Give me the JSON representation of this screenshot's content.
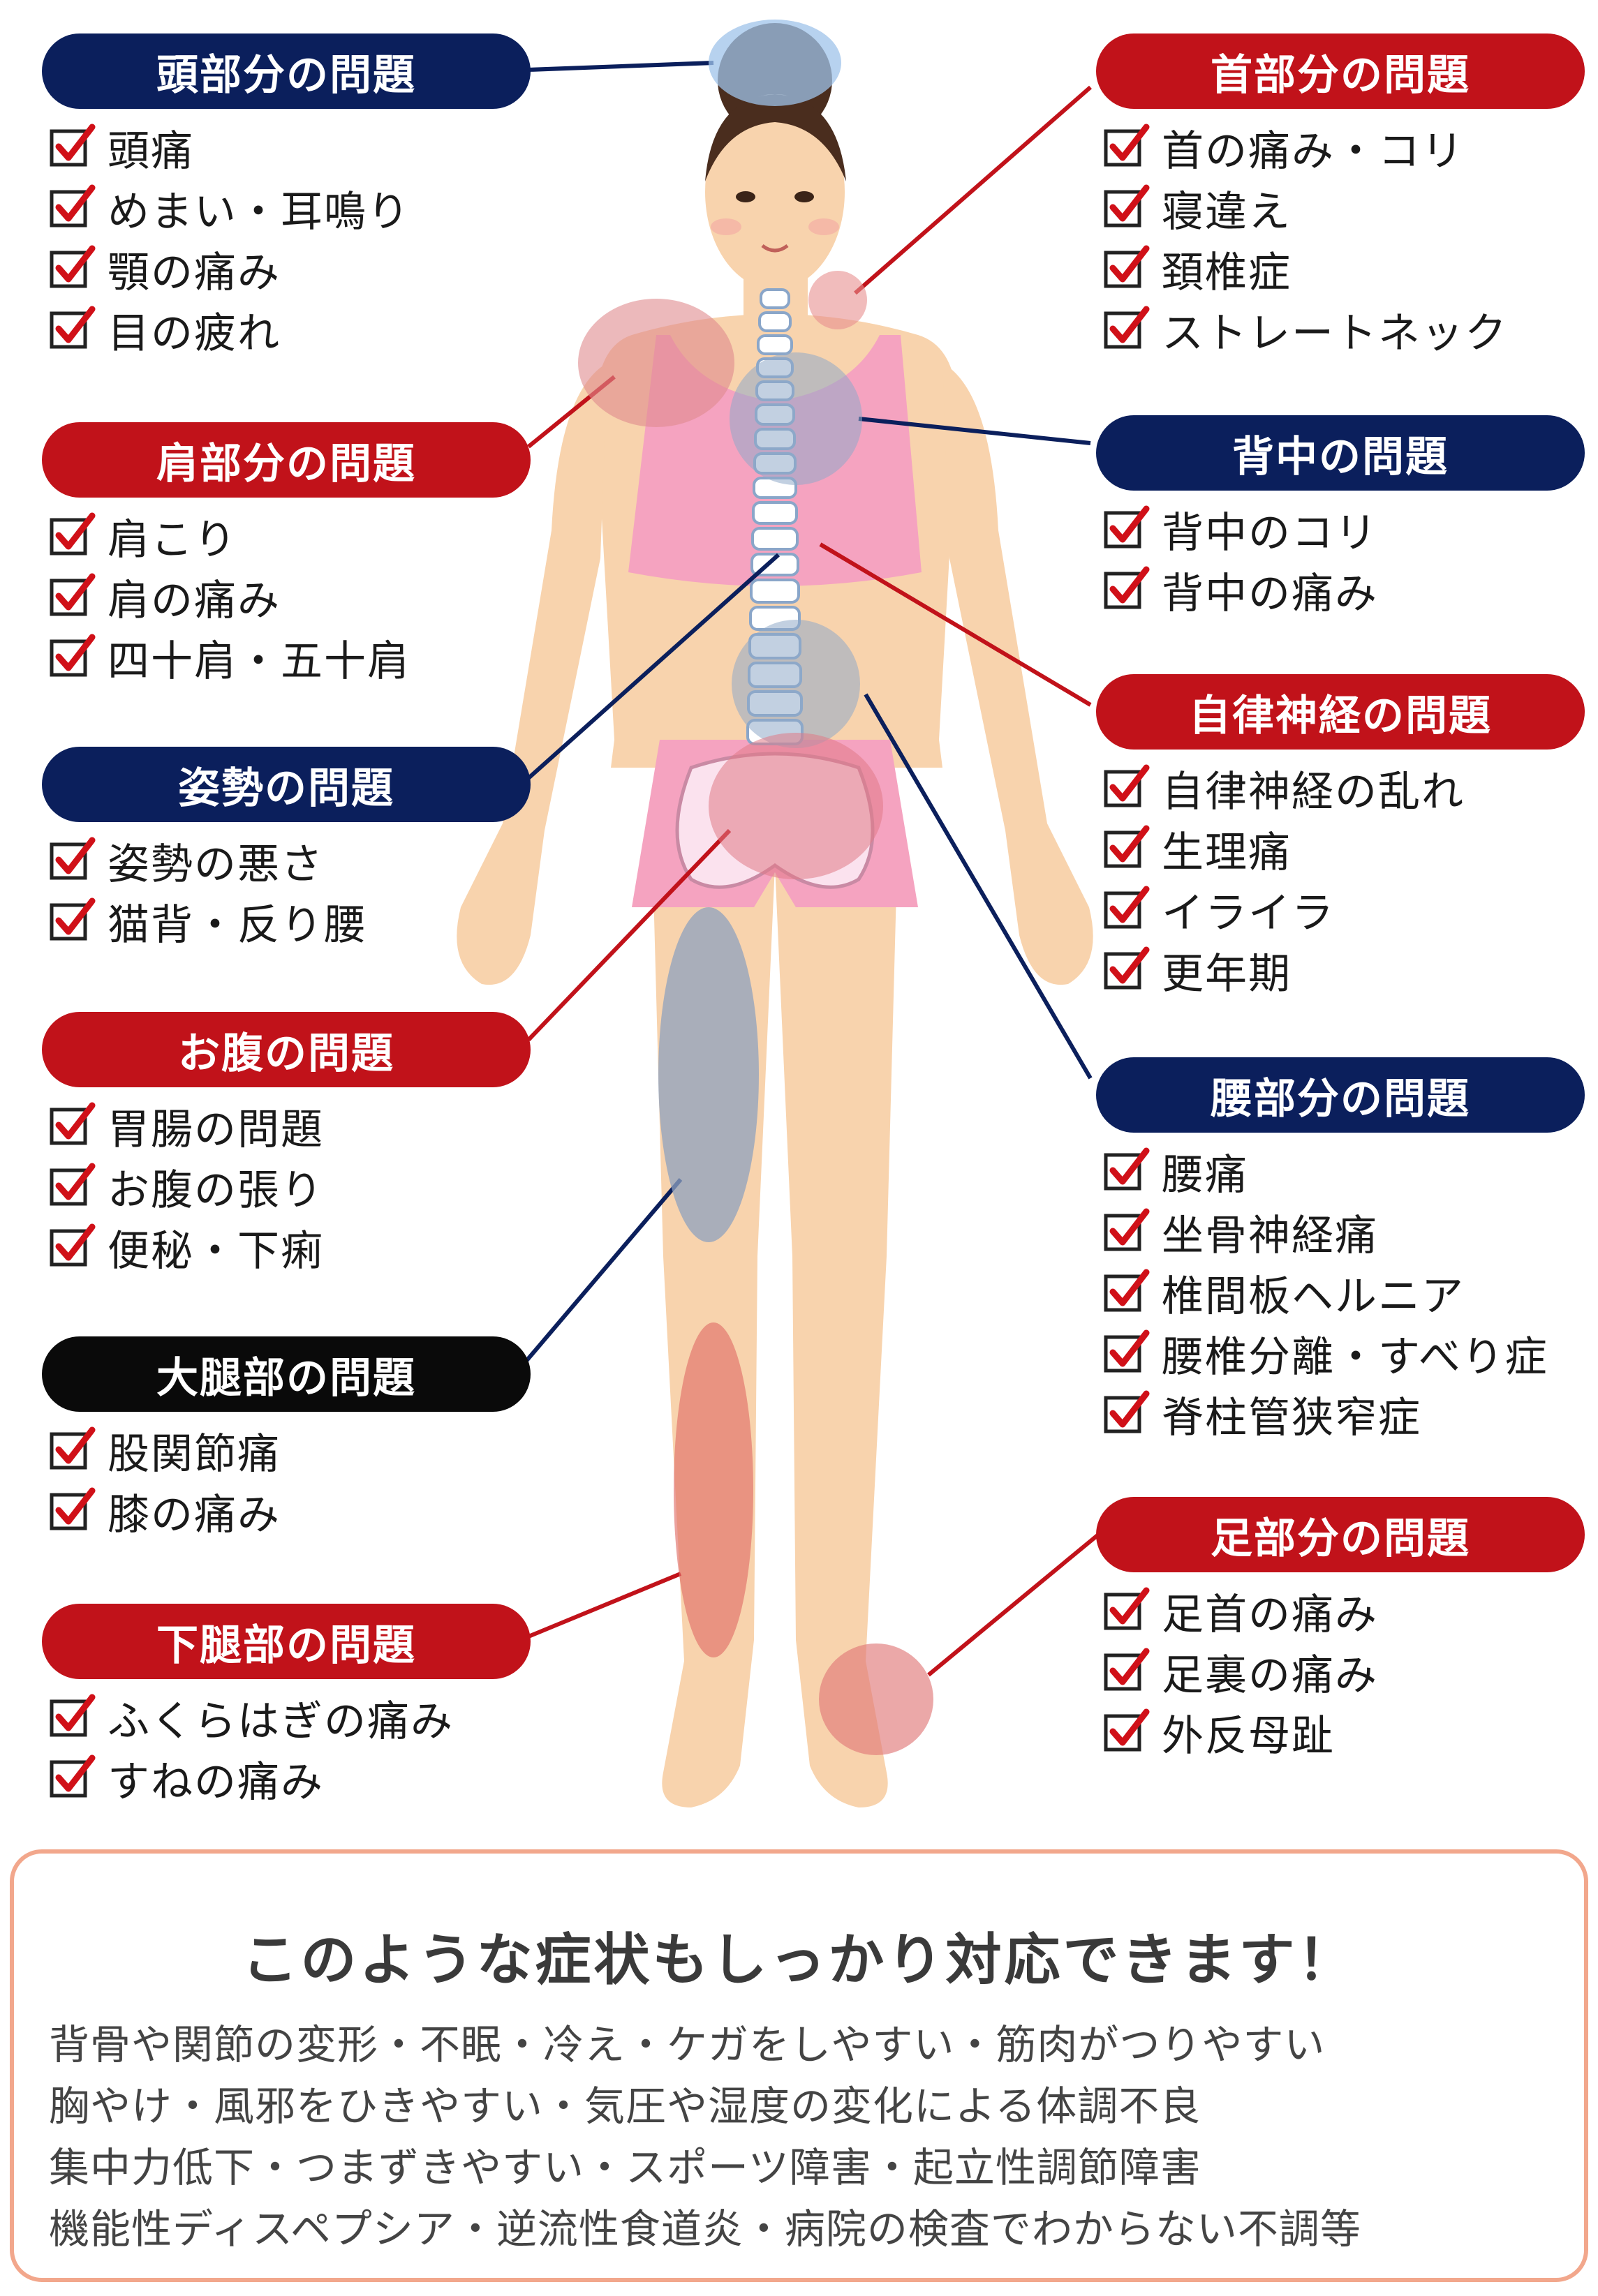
{
  "colors": {
    "navy": "#0b1f5c",
    "red": "#c1121a",
    "black": "#0a0a0a",
    "skin": "#f8d3ad",
    "pink": "#f5a3c0",
    "box_border": "#f2a78c"
  },
  "check_icon": "checkbox-checked-icon",
  "sections": [
    {
      "id": "head",
      "title": "頭部分の問題",
      "style": "navy",
      "items": [
        "頭痛",
        "めまい・耳鳴り",
        "顎の痛み",
        "目の疲れ"
      ]
    },
    {
      "id": "neck",
      "title": "首部分の問題",
      "style": "red",
      "items": [
        "首の痛み・コリ",
        "寝違え",
        "頚椎症",
        "ストレートネック"
      ]
    },
    {
      "id": "shoulder",
      "title": "肩部分の問題",
      "style": "red",
      "items": [
        "肩こり",
        "肩の痛み",
        "四十肩・五十肩"
      ]
    },
    {
      "id": "back",
      "title": "背中の問題",
      "style": "navy",
      "items": [
        "背中のコリ",
        "背中の痛み"
      ]
    },
    {
      "id": "autonomic",
      "title": "自律神経の問題",
      "style": "red",
      "items": [
        "自律神経の乱れ",
        "生理痛",
        "イライラ",
        "更年期"
      ]
    },
    {
      "id": "posture",
      "title": "姿勢の問題",
      "style": "navy",
      "items": [
        "姿勢の悪さ",
        "猫背・反り腰"
      ]
    },
    {
      "id": "belly",
      "title": "お腹の問題",
      "style": "red",
      "items": [
        "胃腸の問題",
        "お腹の張り",
        "便秘・下痢"
      ]
    },
    {
      "id": "lumbar",
      "title": "腰部分の問題",
      "style": "navy",
      "items": [
        "腰痛",
        "坐骨神経痛",
        "椎間板ヘルニア",
        "腰椎分離・すべり症",
        "脊柱管狭窄症"
      ]
    },
    {
      "id": "thigh",
      "title": "大腿部の問題",
      "style": "black",
      "items": [
        "股関節痛",
        "膝の痛み"
      ]
    },
    {
      "id": "foot",
      "title": "足部分の問題",
      "style": "red",
      "items": [
        "足首の痛み",
        "足裏の痛み",
        "外反母趾"
      ]
    },
    {
      "id": "calf",
      "title": "下腿部の問題",
      "style": "red",
      "items": [
        "ふくらはぎの痛み",
        "すねの痛み"
      ]
    }
  ],
  "bottom": {
    "title": "このような症状もしっかり対応できます！",
    "lines": [
      "背骨や関節の変形・不眠・冷え・ケガをしやすい・筋肉がつりやすい",
      "胸やけ・風邪をひきやすい・気圧や湿度の変化による体調不良",
      "集中力低下・つまずきやすい・スポーツ障害・起立性調節障害",
      "機能性ディスペプシア・逆流性食道炎・病院の検査でわからない不調等"
    ]
  }
}
